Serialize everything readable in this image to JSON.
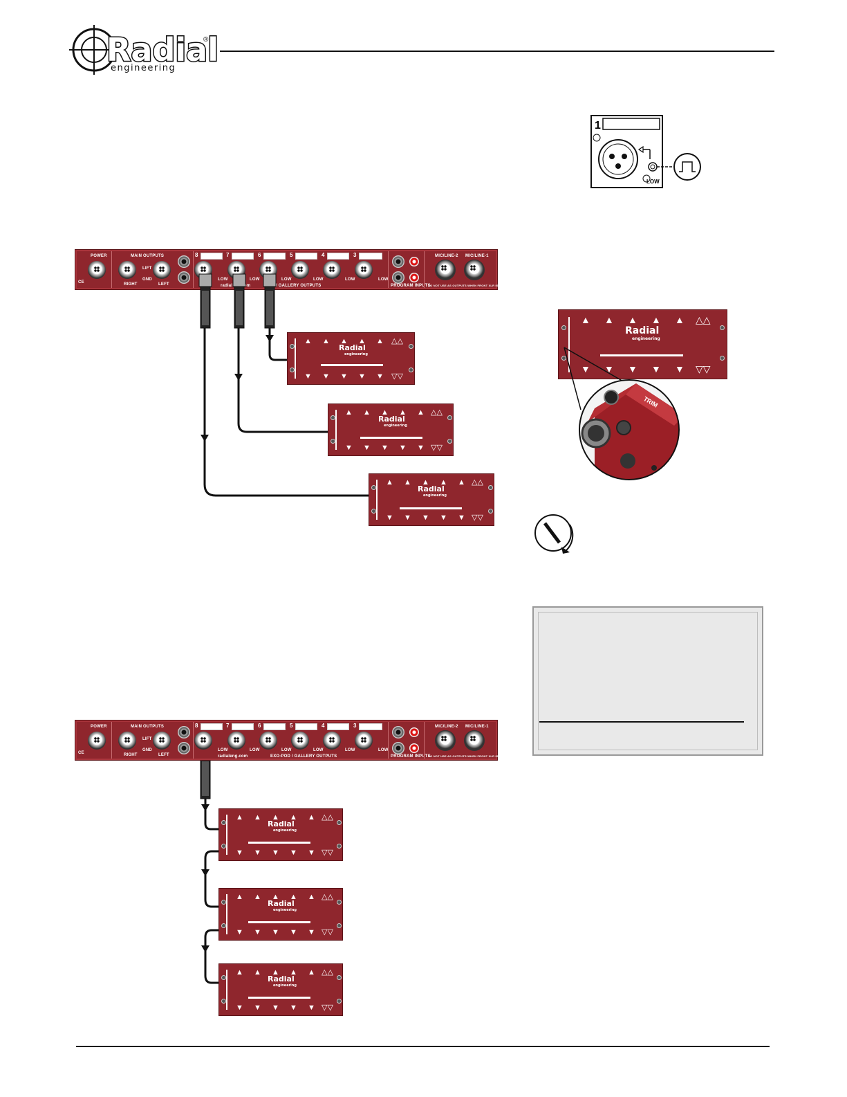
{
  "brand": {
    "logo_word": "Radial",
    "logo_sub": "engineering",
    "registered": "®",
    "color": "#8f262d"
  },
  "rack": {
    "power_label": "POWER",
    "main_outputs_label": "MAIN OUTPUTS",
    "right_label": "RIGHT",
    "left_label": "LEFT",
    "gnd_label": "GND",
    "lift_label": "LIFT",
    "channels": [
      "8",
      "7",
      "6",
      "5",
      "4",
      "3"
    ],
    "low_label": "LOW",
    "url_label": "radialeng.com",
    "gallery_outputs_label": "EXO-POD / GALLERY OUTPUTS",
    "gallery_outputs_partial": "/ GALLERY OUTPUTS",
    "program_inputs_label": "PROGRAM INPUTS",
    "mic_line_2": "MIC/LINE-2",
    "mic_line_1": "MIC/LINE-1",
    "warning_label": "DO NOT USE AS OUTPUTS WHEN FRONT XLR IS USED"
  },
  "detail": {
    "channel_number": "1",
    "low_label": "LOW",
    "trim_label": "TRIM"
  },
  "icons": {
    "pod_up_arrow": "arrow-up-icon",
    "pod_down_arrow": "arrow-down-icon",
    "switch": "push-switch-icon",
    "knob": "trim-knob-icon"
  }
}
